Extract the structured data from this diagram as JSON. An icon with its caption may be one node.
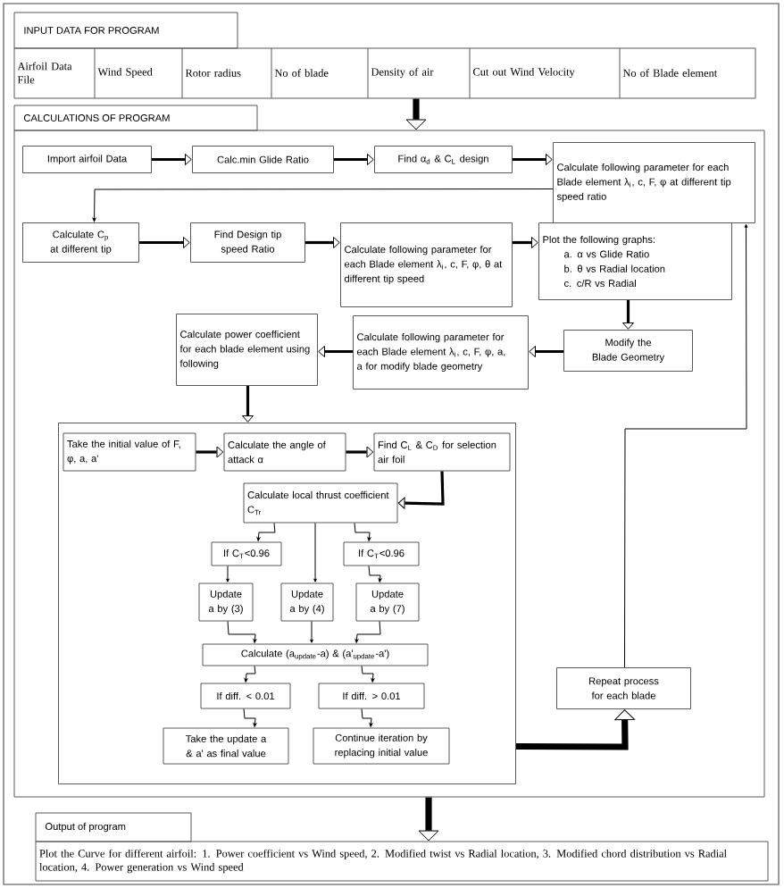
{
  "diagram": {
    "nodes": [
      {
        "text": [
          "INPUT DATA FOR PROGRAM"
        ]
      },
      {
        "text": [
          "Airfoil Data File"
        ],
        "in": 0
      },
      {
        "text": [
          "Wind Speed"
        ],
        "in": 0
      },
      {
        "text": [
          "Rotor radius"
        ],
        "in": 0
      },
      {
        "text": [
          "No of blade"
        ],
        "in": 0
      },
      {
        "text": [
          "Density of air"
        ],
        "in": 0
      },
      {
        "text": [
          "Cut out Wind Velocity"
        ],
        "in": 0
      },
      {
        "text": [
          "No of Blade element"
        ],
        "in": 0
      },
      {
        "text": [
          "CALCULATIONS OF PROGRAM"
        ]
      },
      {
        "text": [
          "Import airfoil Data"
        ],
        "in": 8
      },
      {
        "text": [
          "Calc.min Glide Ratio"
        ],
        "in": 8
      },
      {
        "text": [
          "Find α$_{d}$ & C$_{L}$ design"
        ],
        "in": 8
      },
      {
        "text": [
          "Calculate following parameter for each Blade element λ$_{i}$, c, F, φ at different tip speed ratio"
        ],
        "in": 8
      },
      {
        "text": [
          "Calculate C$_{p}$ at different tip"
        ],
        "in": 8
      },
      {
        "text": [
          "Find Design tip speed Ratio"
        ],
        "in": 8
      },
      {
        "text": [
          "Calculate following parameter for each Blade element λ$_{i}$, c, F, φ, θ at different tip speed"
        ],
        "in": 8
      },
      {
        "text": [
          "Plot the following graphs:",
          "a. α vs Glide Ratio",
          "b. θ vs Radial location",
          "c. c/R vs Radial"
        ],
        "in": 8
      },
      {
        "text": [
          "Modify the Blade Geometry"
        ],
        "in": 8
      },
      {
        "text": [
          "Calculate following parameter for each Blade element λ$_{i}$, c, F, φ, a, a for modify blade geometry"
        ],
        "in": 8
      },
      {
        "text": [
          "Calculate power coefficient for each blade element using following"
        ],
        "in": 8
      },
      {
        "text": [],
        "shape": "box",
        "in": 8
      },
      {
        "text": [
          "Take the initial value of F, φ, a, a'"
        ],
        "in": 20
      },
      {
        "text": [
          "Calculate the angle of attack α"
        ],
        "in": 20
      },
      {
        "text": [
          "Find C$_{L}$ & C$_{D}$ for selection air foil"
        ],
        "in": 20
      },
      {
        "text": [
          "Calculate local thrust coefficient C$_{Tr}$"
        ],
        "in": 20
      },
      {
        "text": [
          "If C$_{T}$<0.96"
        ],
        "in": 20
      },
      {
        "text": [
          "If C$_{T}$<0.96"
        ],
        "in": 20
      },
      {
        "text": [
          "Update a by (3)"
        ],
        "in": 20
      },
      {
        "text": [
          "Update a by (4)"
        ],
        "in": 20
      },
      {
        "text": [
          "Update a by (7)"
        ],
        "in": 20
      },
      {
        "text": [
          "Calculate (a$_{update}$-a) & (a'$_{update}$-a')"
        ],
        "in": 20
      },
      {
        "text": [
          "If diff. < 0.01"
        ],
        "in": 20
      },
      {
        "text": [
          "If diff. > 0.01"
        ],
        "in": 20
      },
      {
        "text": [
          "Take the update a & a' as final value"
        ],
        "in": 20
      },
      {
        "text": [
          "Continue iteration by replacing initial value"
        ],
        "in": 20
      },
      {
        "text": [
          "Repeat process for each blade"
        ],
        "in": 8
      },
      {
        "text": [
          "Output of program",
          "Plot the Curve for different airfoil: 1. Power coefficient vs Wind speed, 2. Modified twist vs Radial location, 3. Modified chord distribution vs Radial location, 4. Power generation vs Wind speed"
        ]
      }
    ],
    "edges": [
      {
        "from": 0,
        "to": 8,
        "arrow": "to",
        "style": "thick"
      },
      {
        "from": 9,
        "to": 10,
        "arrow": "to"
      },
      {
        "from": 10,
        "to": 11,
        "arrow": "to"
      },
      {
        "from": 11,
        "to": 12,
        "arrow": "to"
      },
      {
        "from": 12,
        "to": 13,
        "arrow": "to"
      },
      {
        "from": 13,
        "to": 14,
        "arrow": "to"
      },
      {
        "from": 14,
        "to": 15,
        "arrow": "to"
      },
      {
        "from": 15,
        "to": 16,
        "arrow": "to"
      },
      {
        "from": 16,
        "to": 17,
        "arrow": "to"
      },
      {
        "from": 17,
        "to": 18,
        "arrow": "to"
      },
      {
        "from": 18,
        "to": 19,
        "arrow": "to"
      },
      {
        "from": 19,
        "to": 20,
        "arrow": "to"
      },
      {
        "from": 21,
        "to": 22,
        "arrow": "to"
      },
      {
        "from": 22,
        "to": 23,
        "arrow": "to"
      },
      {
        "from": 23,
        "to": 24,
        "arrow": "to"
      },
      {
        "from": 24,
        "to": 25,
        "arrow": "to"
      },
      {
        "from": 24,
        "to": 28,
        "arrow": "to"
      },
      {
        "from": 24,
        "to": 26,
        "arrow": "to"
      },
      {
        "from": 25,
        "to": 27,
        "arrow": "to"
      },
      {
        "from": 26,
        "to": 29,
        "arrow": "to"
      },
      {
        "from": 27,
        "to": 30,
        "arrow": "to"
      },
      {
        "from": 28,
        "to": 30,
        "arrow": "to"
      },
      {
        "from": 29,
        "to": 30,
        "arrow": "to"
      },
      {
        "from": 30,
        "to": 31,
        "arrow": "to"
      },
      {
        "from": 30,
        "to": 32,
        "arrow": "to"
      },
      {
        "from": 31,
        "to": 33,
        "arrow": "to"
      },
      {
        "from": 32,
        "to": 34,
        "arrow": "to"
      },
      {
        "from": 20,
        "to": 35,
        "arrow": "to",
        "style": "thick"
      },
      {
        "from": 35,
        "to": 12,
        "arrow": "to"
      },
      {
        "from": 8,
        "to": 36,
        "arrow": "to",
        "style": "thick"
      }
    ]
  }
}
